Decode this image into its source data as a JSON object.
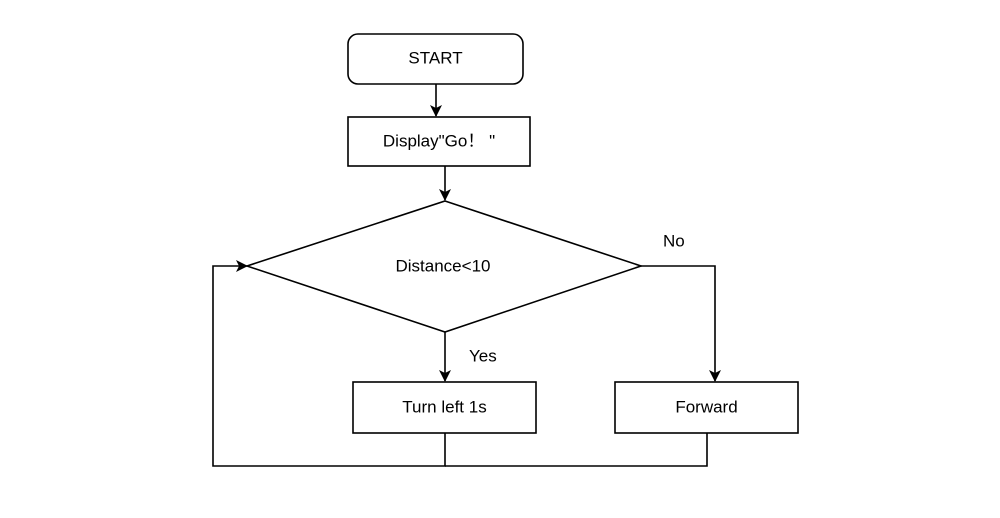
{
  "diagram": {
    "type": "flowchart",
    "nodes": {
      "start": {
        "label": "START",
        "shape": "rounded-rectangle"
      },
      "display": {
        "label": "Display\"Go！ \"",
        "shape": "rectangle"
      },
      "decision": {
        "label": "Distance<10",
        "shape": "diamond"
      },
      "turn_left": {
        "label": "Turn left 1s",
        "shape": "rectangle"
      },
      "forward": {
        "label": "Forward",
        "shape": "rectangle"
      }
    },
    "edges": [
      {
        "from": "start",
        "to": "display"
      },
      {
        "from": "display",
        "to": "decision"
      },
      {
        "from": "decision",
        "to": "turn_left",
        "label": "Yes"
      },
      {
        "from": "decision",
        "to": "forward",
        "label": "No"
      },
      {
        "from": "turn_left",
        "to": "decision"
      },
      {
        "from": "forward",
        "to": "decision"
      }
    ],
    "edge_labels": {
      "yes": "Yes",
      "no": "No"
    },
    "colors": {
      "stroke": "#000000",
      "fill": "#ffffff",
      "text": "#000000"
    }
  }
}
